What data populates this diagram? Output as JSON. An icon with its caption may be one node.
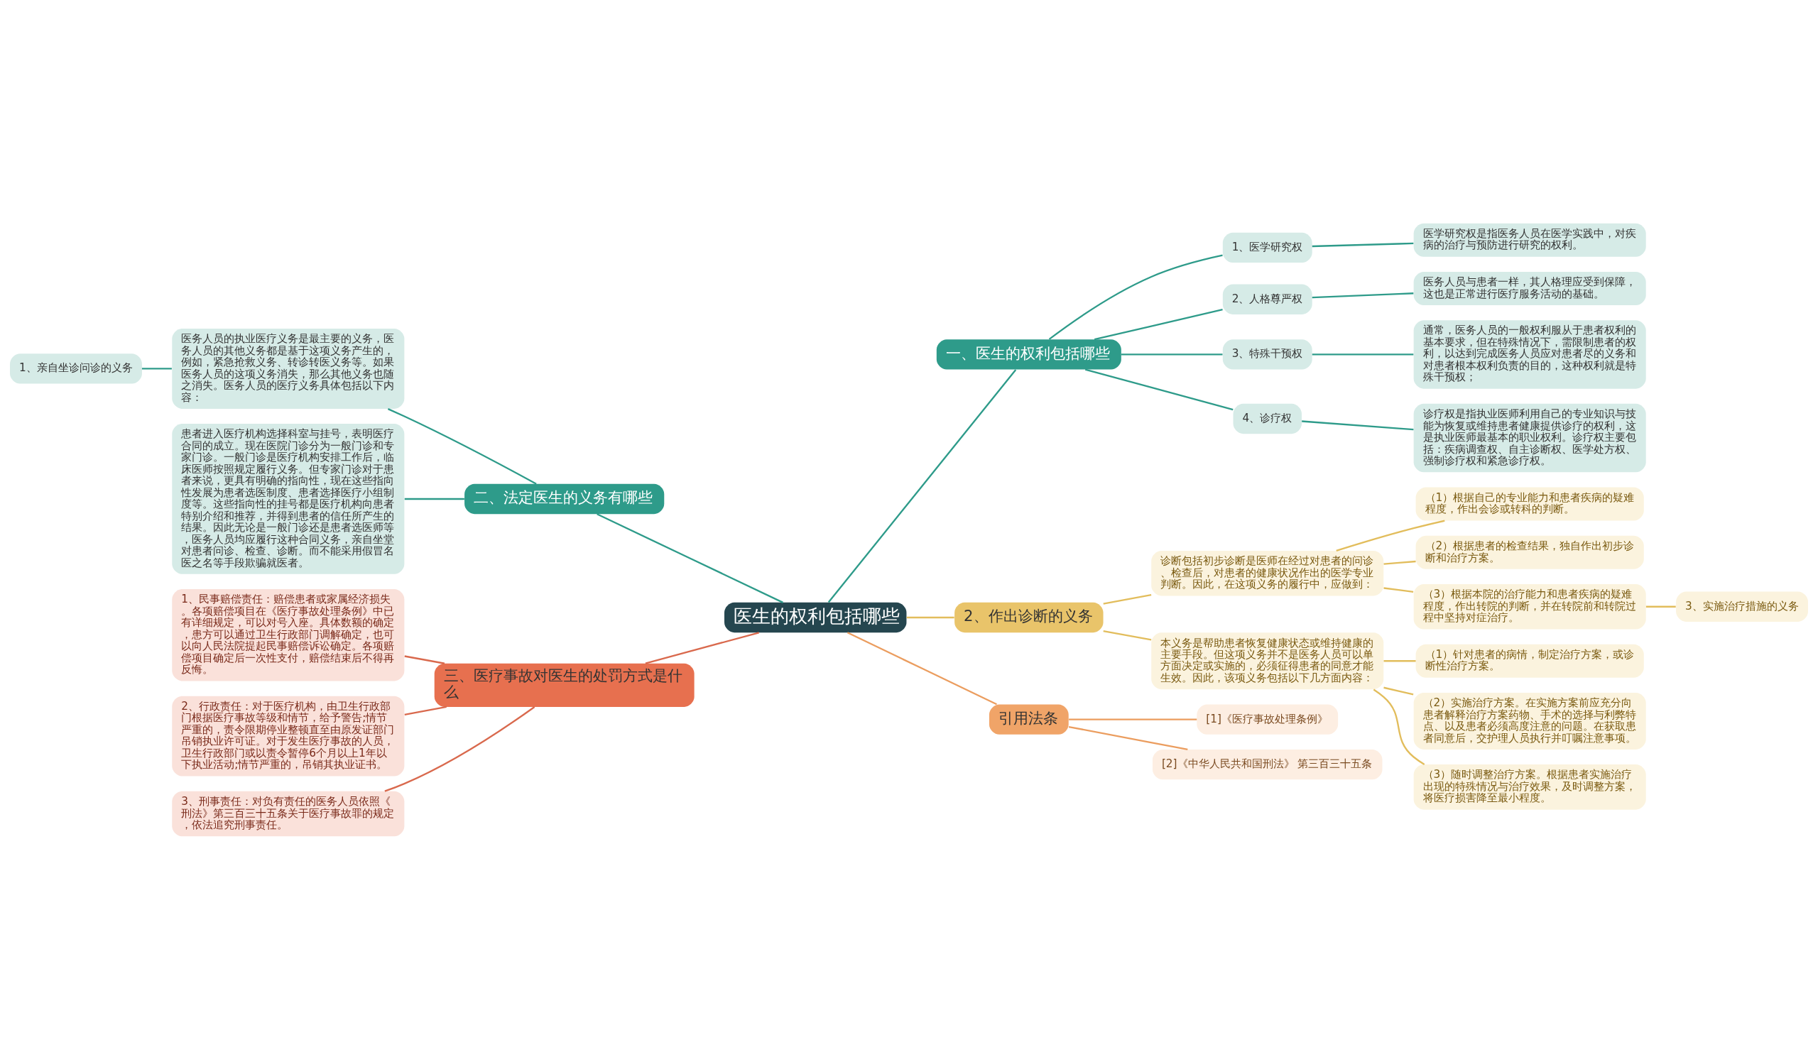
{
  "diagram": {
    "nodes": [
      {
        "text": [
          "医生的权利包括哪些"
        ]
      },
      {
        "text": [
          "一、医生的权利包括哪些"
        ]
      },
      {
        "text": [
          "1、医学研究权"
        ]
      },
      {
        "text": [
          "医学研究权是指医务人员在医学实践中，对疾病的治疗与预防进行研究的权利。"
        ]
      },
      {
        "text": [
          "2、人格尊严权"
        ]
      },
      {
        "text": [
          "医务人员与患者一样，其人格理应受到保障，这也是正常进行医疗服务活动的基础。"
        ]
      },
      {
        "text": [
          "3、特殊干预权"
        ]
      },
      {
        "text": [
          "通常，医务人员的一般权利服从于患者权利的基本要求，但在特殊情况下，需限制患者的权利，以达到完成医务人员应对患者尽的义务和对患者根本权利负责的目的，这种权利就是特殊干预权；"
        ]
      },
      {
        "text": [
          "4、诊疗权"
        ]
      },
      {
        "text": [
          "诊疗权是指执业医师利用自己的专业知识与技能为恢复或维持患者健康提供诊疗的权利，这是执业医师最基本的职业权利。诊疗权主要包括：疾病调查权、自主诊断权、医学处方权、强制诊疗权和紧急诊疗权。"
        ]
      },
      {
        "text": [
          "2、作出诊断的义务"
        ]
      },
      {
        "text": [
          "诊断包括初步诊断是医师在经过对患者的问诊、检查后，对患者的健康状况作出的医学专业判断。因此，在这项义务的履行中，应做到："
        ]
      },
      {
        "text": [
          "（1）根据自己的专业能力和患者疾病的疑难程度，作出会诊或转科的判断。"
        ]
      },
      {
        "text": [
          "（2）根据患者的检查结果，独自作出初步诊断和治疗方案。"
        ]
      },
      {
        "text": [
          "（3）根据本院的治疗能力和患者疾病的疑难程度，作出转院的判断，并在转院前和转院过程中坚持对症治疗。"
        ]
      },
      {
        "text": [
          "3、实施治疗措施的义务"
        ]
      },
      {
        "text": [
          "本义务是帮助患者恢复健康状态或维持健康的主要手段。但这项义务并不是医务人员可以单方面决定或实施的，必须征得患者的同意才能生效。因此，该项义务包括以下几方面内容："
        ]
      },
      {
        "text": [
          "（1）针对患者的病情，制定治疗方案，或诊断性治疗方案。"
        ]
      },
      {
        "text": [
          "（2）实施治疗方案。在实施方案前应充分向患者解释治疗方案药物、手术的选择与利弊特点、以及患者必须高度注意的问题。在获取患者同意后，交护理人员执行并叮嘱注意事项。"
        ]
      },
      {
        "text": [
          "（3）随时调整治疗方案。根据患者实施治疗出现的特殊情况与治疗效果，及时调整方案，将医疗损害降至最小程度。"
        ]
      },
      {
        "text": [
          "引用法条"
        ]
      },
      {
        "text": [
          "[1]《医疗事故处理条例》"
        ]
      },
      {
        "text": [
          "[2]《中华人民共和国刑法》 第三百三十五条"
        ]
      },
      {
        "text": [
          "二、法定医生的义务有哪些"
        ]
      },
      {
        "text": [
          "医务人员的执业医疗义务是最主要的义务，医务人员的其他义务都是基于这项义务产生的，例如，紧急抢救义务、转诊转医义务等。如果医务人员的这项义务消失，那么其他义务也随之消失。医务人员的医疗义务具体包括以下内容："
        ]
      },
      {
        "text": [
          "1、亲自坐诊问诊的义务"
        ]
      },
      {
        "text": [
          "患者进入医疗机构选择科室与挂号，表明医疗合同的成立。现在医院门诊分为一般门诊和专家门诊。一般门诊是医疗机构安排工作后，临床医师按照规定履行义务。但专家门诊对于患者来说，更具有明确的指向性，现在这些指向性发展为患者选医制度、患者选择医疗小组制度等。这些指向性的挂号都是医疗机构向患者特别介绍和推荐，并得到患者的信任所产生的结果。因此无论是一般门诊还是患者选医师等，医务人员均应履行这种合同义务，亲自坐堂对患者问诊、检查、诊断。而不能采用假冒名医之名等手段欺骗就医者。"
        ]
      },
      {
        "text": [
          "三、医疗事故对医生的处罚方式是什么"
        ]
      },
      {
        "text": [
          "1、民事赔偿责任：赔偿患者或家属经济损失。各项赔偿项目在《医疗事故处理条例》中已有详细规定，可以对号入座。具体数额的确定，患方可以通过卫生行政部门调解确定，也可以向人民法院提起民事赔偿诉讼确定。各项赔偿项目确定后一次性支付，赔偿结束后不得再反悔。"
        ]
      },
      {
        "text": [
          "2、行政责任：对于医疗机构，由卫生行政部门根据医疗事故等级和情节，给予警告;情节严重的，责令限期停业整顿直至由原发证部门吊销执业许可证。对于发生医疗事故的人员，卫生行政部门或以责令暂停6个月以上1年以下执业活动;情节严重的，吊销其执业证书。"
        ]
      },
      {
        "text": [
          "3、刑事责任：对负有责任的医务人员依照《刑法》第三百三十五条关于医疗事故罪的规定，依法追究刑事责任。"
        ]
      }
    ],
    "edges": [
      {
        "from": 0,
        "to": 1,
        "arrow": "none"
      },
      {
        "from": 1,
        "to": 2,
        "arrow": "none"
      },
      {
        "from": 2,
        "to": 3,
        "arrow": "none"
      },
      {
        "from": 1,
        "to": 4,
        "arrow": "none"
      },
      {
        "from": 4,
        "to": 5,
        "arrow": "none"
      },
      {
        "from": 1,
        "to": 6,
        "arrow": "none"
      },
      {
        "from": 6,
        "to": 7,
        "arrow": "none"
      },
      {
        "from": 1,
        "to": 8,
        "arrow": "none"
      },
      {
        "from": 8,
        "to": 9,
        "arrow": "none"
      },
      {
        "from": 0,
        "to": 10,
        "arrow": "none",
        "color": "#e2bd5c"
      },
      {
        "from": 10,
        "to": 11,
        "arrow": "none",
        "color": "#e2bd5c"
      },
      {
        "from": 11,
        "to": 12,
        "arrow": "none",
        "color": "#e2bd5c"
      },
      {
        "from": 11,
        "to": 13,
        "arrow": "none",
        "color": "#e2bd5c"
      },
      {
        "from": 11,
        "to": 14,
        "arrow": "none",
        "color": "#e2bd5c"
      },
      {
        "from": 14,
        "to": 15,
        "arrow": "none",
        "color": "#e2bd5c"
      },
      {
        "from": 10,
        "to": 16,
        "arrow": "none",
        "color": "#e2bd5c"
      },
      {
        "from": 16,
        "to": 17,
        "arrow": "none",
        "color": "#e2bd5c"
      },
      {
        "from": 16,
        "to": 18,
        "arrow": "none",
        "color": "#e2bd5c"
      },
      {
        "from": 16,
        "to": 19,
        "arrow": "none",
        "color": "#e2bd5c"
      },
      {
        "from": 0,
        "to": 20,
        "arrow": "none",
        "color": "#eb9d5f"
      },
      {
        "from": 20,
        "to": 21,
        "arrow": "none",
        "color": "#eb9d5f"
      },
      {
        "from": 20,
        "to": 22,
        "arrow": "none",
        "color": "#eb9d5f"
      },
      {
        "from": 0,
        "to": 23,
        "arrow": "none"
      },
      {
        "from": 23,
        "to": 24,
        "arrow": "none"
      },
      {
        "from": 24,
        "to": 25,
        "arrow": "none"
      },
      {
        "from": 23,
        "to": 26,
        "arrow": "none"
      },
      {
        "from": 0,
        "to": 27,
        "arrow": "none",
        "color": "#d9694d"
      },
      {
        "from": 27,
        "to": 28,
        "arrow": "none",
        "color": "#d9694d"
      },
      {
        "from": 27,
        "to": 29,
        "arrow": "none",
        "color": "#d9694d"
      },
      {
        "from": 27,
        "to": 30,
        "arrow": "none",
        "color": "#d9694d"
      }
    ]
  }
}
